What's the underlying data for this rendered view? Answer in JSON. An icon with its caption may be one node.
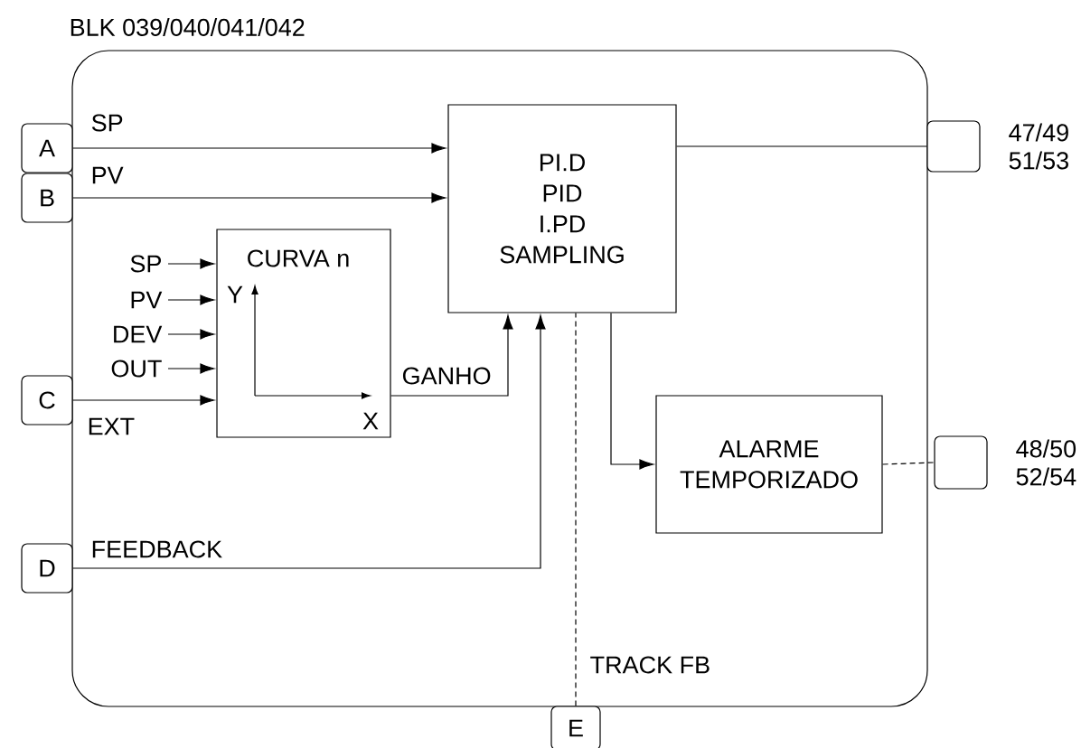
{
  "diagram": {
    "nodes": [
      {
        "text": [
          "BLK 039/040/041/042"
        ]
      },
      {
        "text": [
          "A"
        ]
      },
      {
        "text": [
          "B"
        ]
      },
      {
        "text": [
          "C"
        ]
      },
      {
        "text": [
          "D"
        ]
      },
      {
        "text": [
          "E"
        ]
      },
      {
        "text": [],
        "shape": "box",
        "beside": [
          "47/49 51/53"
        ]
      },
      {
        "text": [],
        "shape": "box",
        "beside": [
          "48/50 52/54"
        ]
      },
      {
        "text": [
          "PI.D PID I.PD SAMPLING"
        ],
        "in": 0
      },
      {
        "text": [
          "CURVA n",
          "Y",
          "X"
        ],
        "in": 0
      },
      {
        "text": [
          "ALARME TEMPORIZADO"
        ],
        "in": 0
      },
      {
        "text": [
          "SP"
        ],
        "in": 0
      },
      {
        "text": [
          "PV"
        ],
        "in": 0
      },
      {
        "text": [
          "DEV"
        ],
        "in": 0
      },
      {
        "text": [
          "OUT"
        ],
        "in": 0
      }
    ],
    "edges": [
      {
        "from": 1,
        "to": 8,
        "arrow": "to",
        "label": "SP"
      },
      {
        "from": 2,
        "to": 8,
        "arrow": "to",
        "label": "PV"
      },
      {
        "from": 11,
        "to": 9,
        "arrow": "to"
      },
      {
        "from": 12,
        "to": 9,
        "arrow": "to"
      },
      {
        "from": 13,
        "to": 9,
        "arrow": "to"
      },
      {
        "from": 14,
        "to": 9,
        "arrow": "to"
      },
      {
        "from": 3,
        "to": 9,
        "arrow": "to",
        "label": "EXT"
      },
      {
        "from": 9,
        "to": 8,
        "arrow": "to",
        "label": "GANHO"
      },
      {
        "from": 4,
        "to": 8,
        "arrow": "to",
        "label": "FEEDBACK"
      },
      {
        "from": 5,
        "to": 8,
        "arrow": "none",
        "label": "TRACK FB",
        "style": "dashed"
      },
      {
        "from": 8,
        "to": 6,
        "arrow": "none"
      },
      {
        "from": 8,
        "to": 10,
        "arrow": "to"
      },
      {
        "from": 10,
        "to": 7,
        "arrow": "none",
        "style": "dashed"
      }
    ]
  }
}
